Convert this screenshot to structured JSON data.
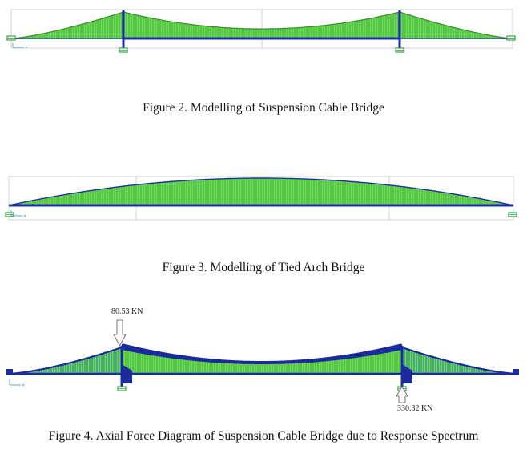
{
  "figures": [
    {
      "id": "fig2",
      "caption": "Figure 2. Modelling of Suspension Cable Bridge"
    },
    {
      "id": "fig3",
      "caption": "Figure 3. Modelling of Tied Arch Bridge"
    },
    {
      "id": "fig4",
      "caption": "Figure 4. Axial Force Diagram of Suspension Cable Bridge due to Response Spectrum",
      "annotations": {
        "left_force": "80.53 KN",
        "right_force": "330.32 KN"
      }
    }
  ],
  "colors": {
    "cable_fill": "#66dd55",
    "hanger": "#3c8a2a",
    "deck": "#1f2fa0",
    "tower": "#1c2aa8",
    "frame_grid": "#c8c8c8",
    "support": "#3aa845",
    "axial_band": "#1b2a9c",
    "axial_hatch": "#2a5ab0"
  }
}
